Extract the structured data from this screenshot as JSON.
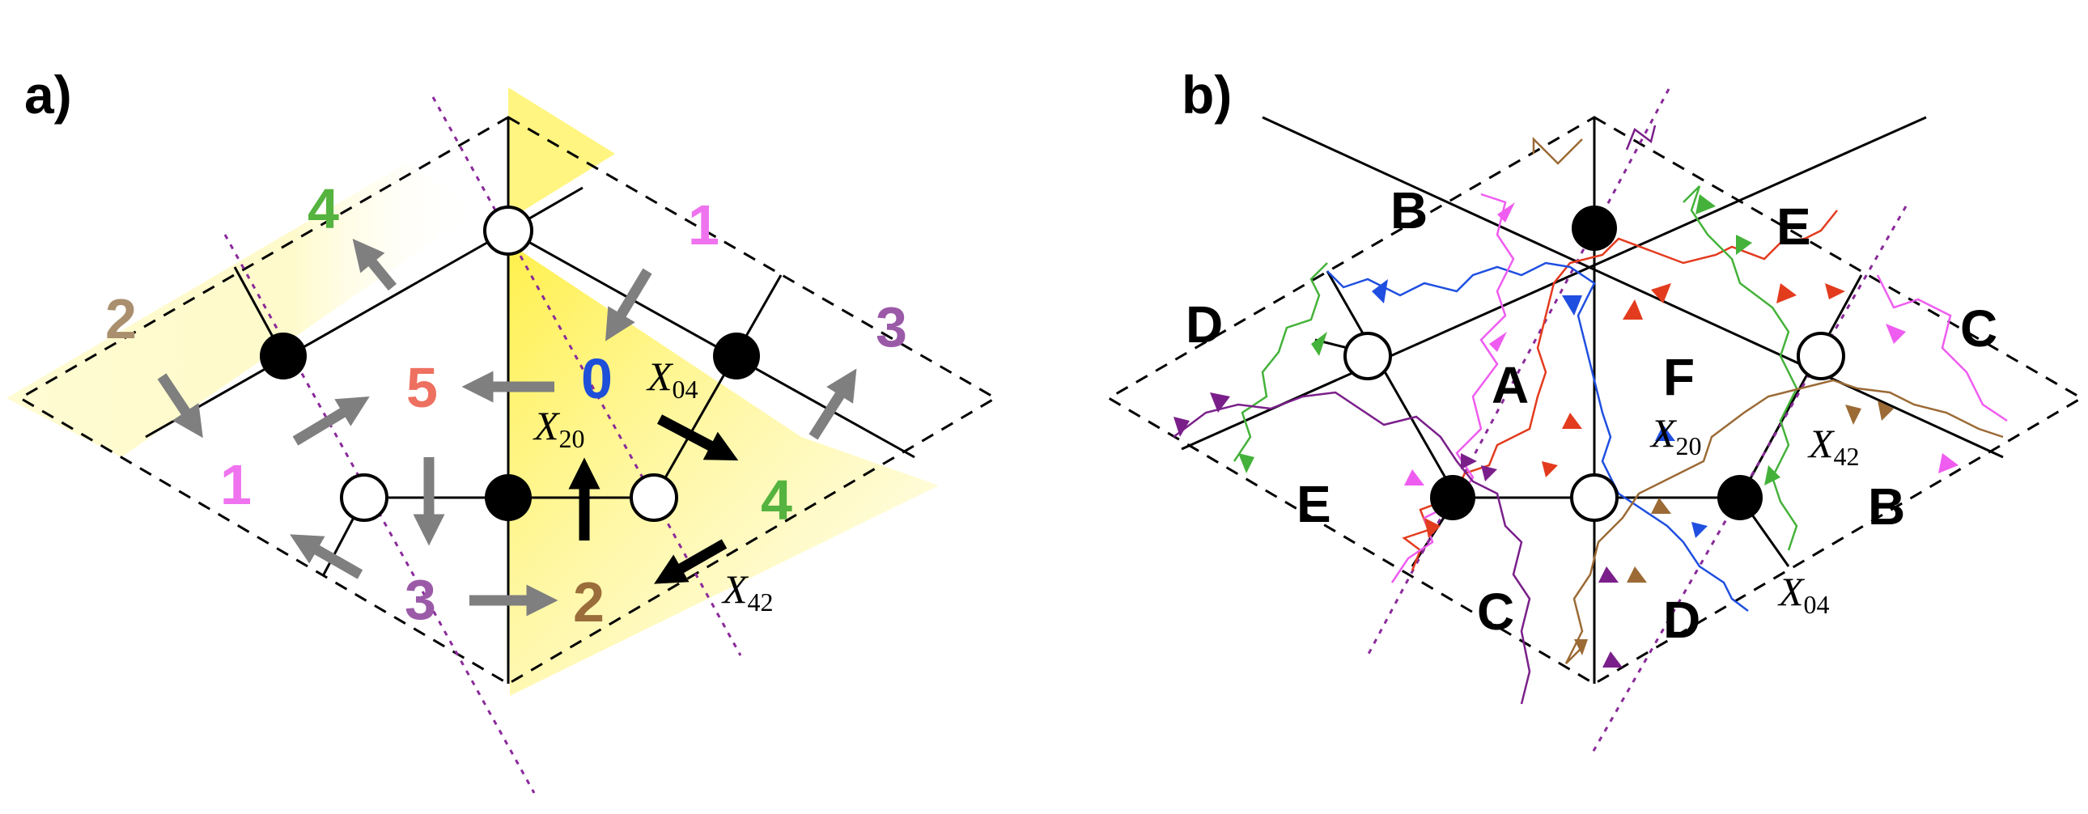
{
  "colors": {
    "pink": "#ef73ef",
    "green": "#55b33f",
    "tan": "#a98f6e",
    "purple": "#9b5aa8",
    "salmon": "#ee7060",
    "blue": "#1e4fd8",
    "brown": "#9a6d3a",
    "gray": "#7f7f7f",
    "yellow": "#fff36a",
    "dashed_purple": "#8a2a9a",
    "path_red": "#e33b1e",
    "path_blue": "#1f4fe0",
    "path_green": "#44b23a",
    "path_pink": "#ef5cf0",
    "path_purple": "#7a1f8a",
    "path_brown": "#9b6a35"
  },
  "panel_a": {
    "label": "a)",
    "numbers": {
      "n4_top": "4",
      "n1_top": "1",
      "n2_left": "2",
      "n3_right": "3",
      "n5": "5",
      "n0": "0",
      "n1_bottom": "1",
      "n4_bottom": "4",
      "n3_bottom": "3",
      "n2_bottom": "2"
    },
    "x04": {
      "base": "X",
      "sub": "04"
    },
    "x20": {
      "base": "X",
      "sub": "20"
    },
    "x42": {
      "base": "X",
      "sub": "42"
    }
  },
  "panel_b": {
    "label": "b)",
    "regions": {
      "b_top": "B",
      "e_top": "E",
      "d_left": "D",
      "c_right": "C",
      "a": "A",
      "f": "F",
      "e_bottom": "E",
      "b_bottom": "B",
      "c_bottom": "C",
      "d_bottom": "D"
    },
    "x20": {
      "base": "X",
      "sub": "20"
    },
    "x42": {
      "base": "X",
      "sub": "42"
    },
    "x04": {
      "base": "X",
      "sub": "04"
    }
  }
}
